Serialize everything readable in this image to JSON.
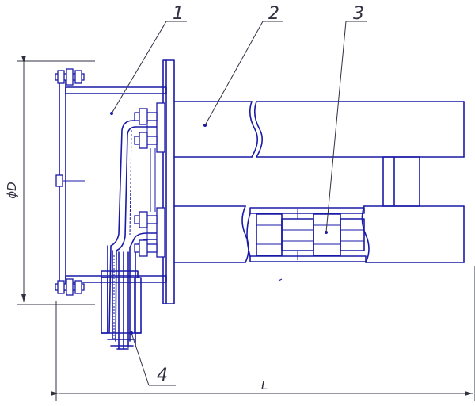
{
  "labels": [
    {
      "id": "1",
      "text": "1"
    },
    {
      "id": "2",
      "text": "2"
    },
    {
      "id": "3",
      "text": "3"
    },
    {
      "id": "4",
      "text": "4"
    }
  ],
  "dimensions": {
    "diameter": "ϕD",
    "length": "L"
  }
}
